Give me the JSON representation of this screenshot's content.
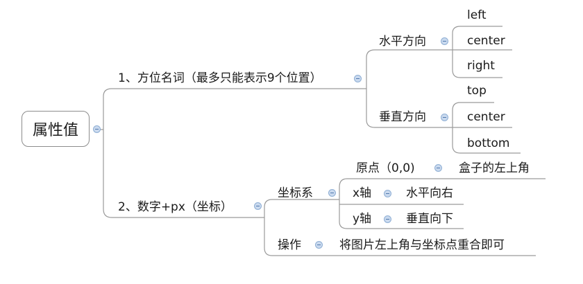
{
  "root": {
    "label": "属性值"
  },
  "branch1": {
    "label": "1、方位名词（最多只能表示9个位置）",
    "horizontal": {
      "label": "水平方向",
      "items": [
        "left",
        "center",
        "right"
      ]
    },
    "vertical": {
      "label": "垂直方向",
      "items": [
        "top",
        "center",
        "bottom"
      ]
    }
  },
  "branch2": {
    "label": "2、数字+px（坐标）",
    "coords": {
      "label": "坐标系",
      "origin": {
        "label": "原点（0,0)",
        "value": "盒子的左上角"
      },
      "x_axis": {
        "label": "x轴",
        "value": "水平向右"
      },
      "y_axis": {
        "label": "y轴",
        "value": "垂直向下"
      }
    },
    "operation": {
      "label": "操作",
      "value": "将图片左上角与坐标点重合即可"
    }
  },
  "colors": {
    "line": "#9a9a9a",
    "knob_fill": "#c9d9ee",
    "knob_border": "#8eaed4"
  }
}
